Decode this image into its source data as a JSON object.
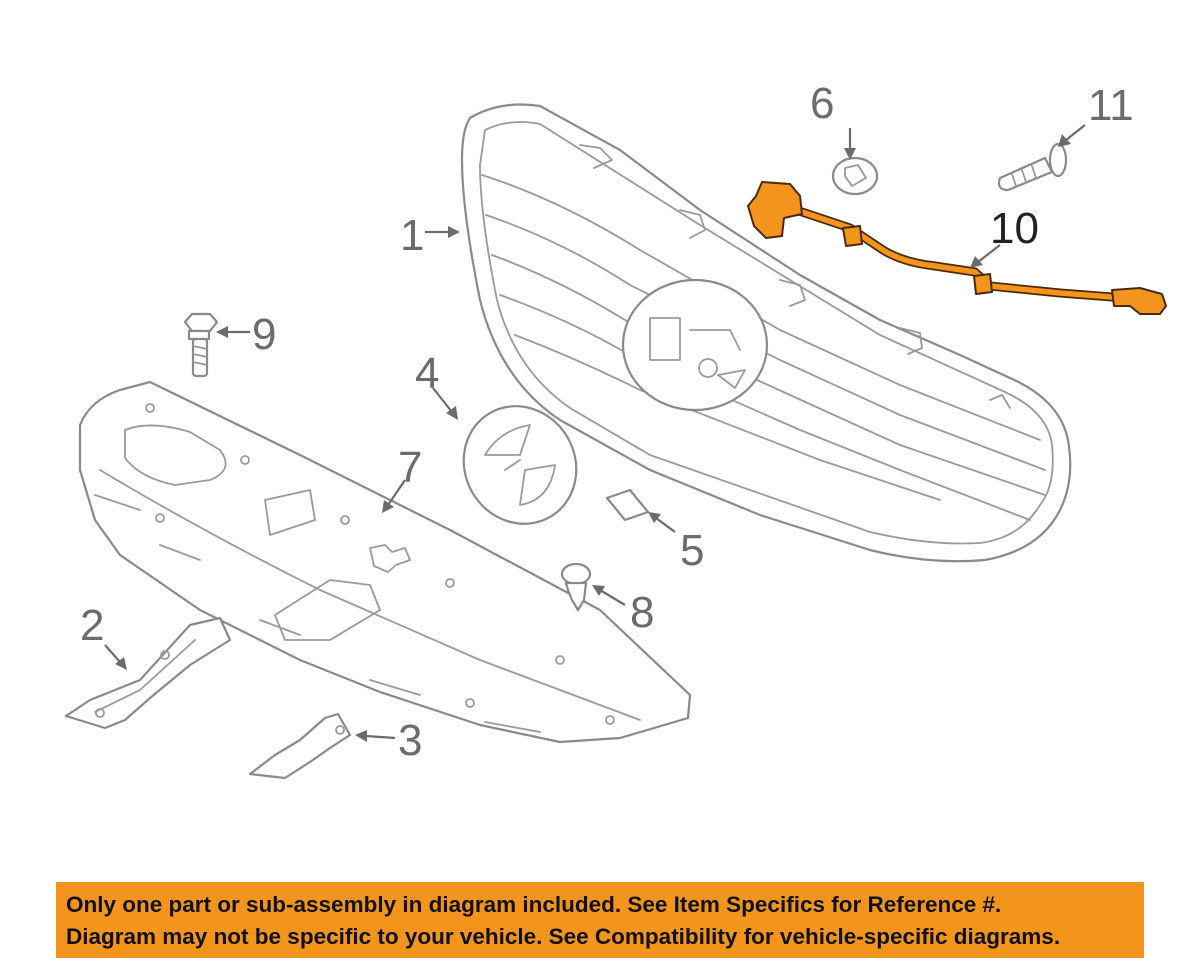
{
  "callouts": {
    "c1": "1",
    "c2": "2",
    "c3": "3",
    "c4": "4",
    "c5": "5",
    "c6": "6",
    "c7": "7",
    "c8": "8",
    "c9": "9",
    "c10": "10",
    "c11": "11"
  },
  "highlighted_part": "10",
  "highlight_color": "#f3941c",
  "notice": {
    "line1": "Only one part or sub-assembly in diagram included. See Item Specifics for Reference #.",
    "line2": "Diagram may not be specific to your vehicle. See Compatibility for vehicle-specific diagrams."
  }
}
